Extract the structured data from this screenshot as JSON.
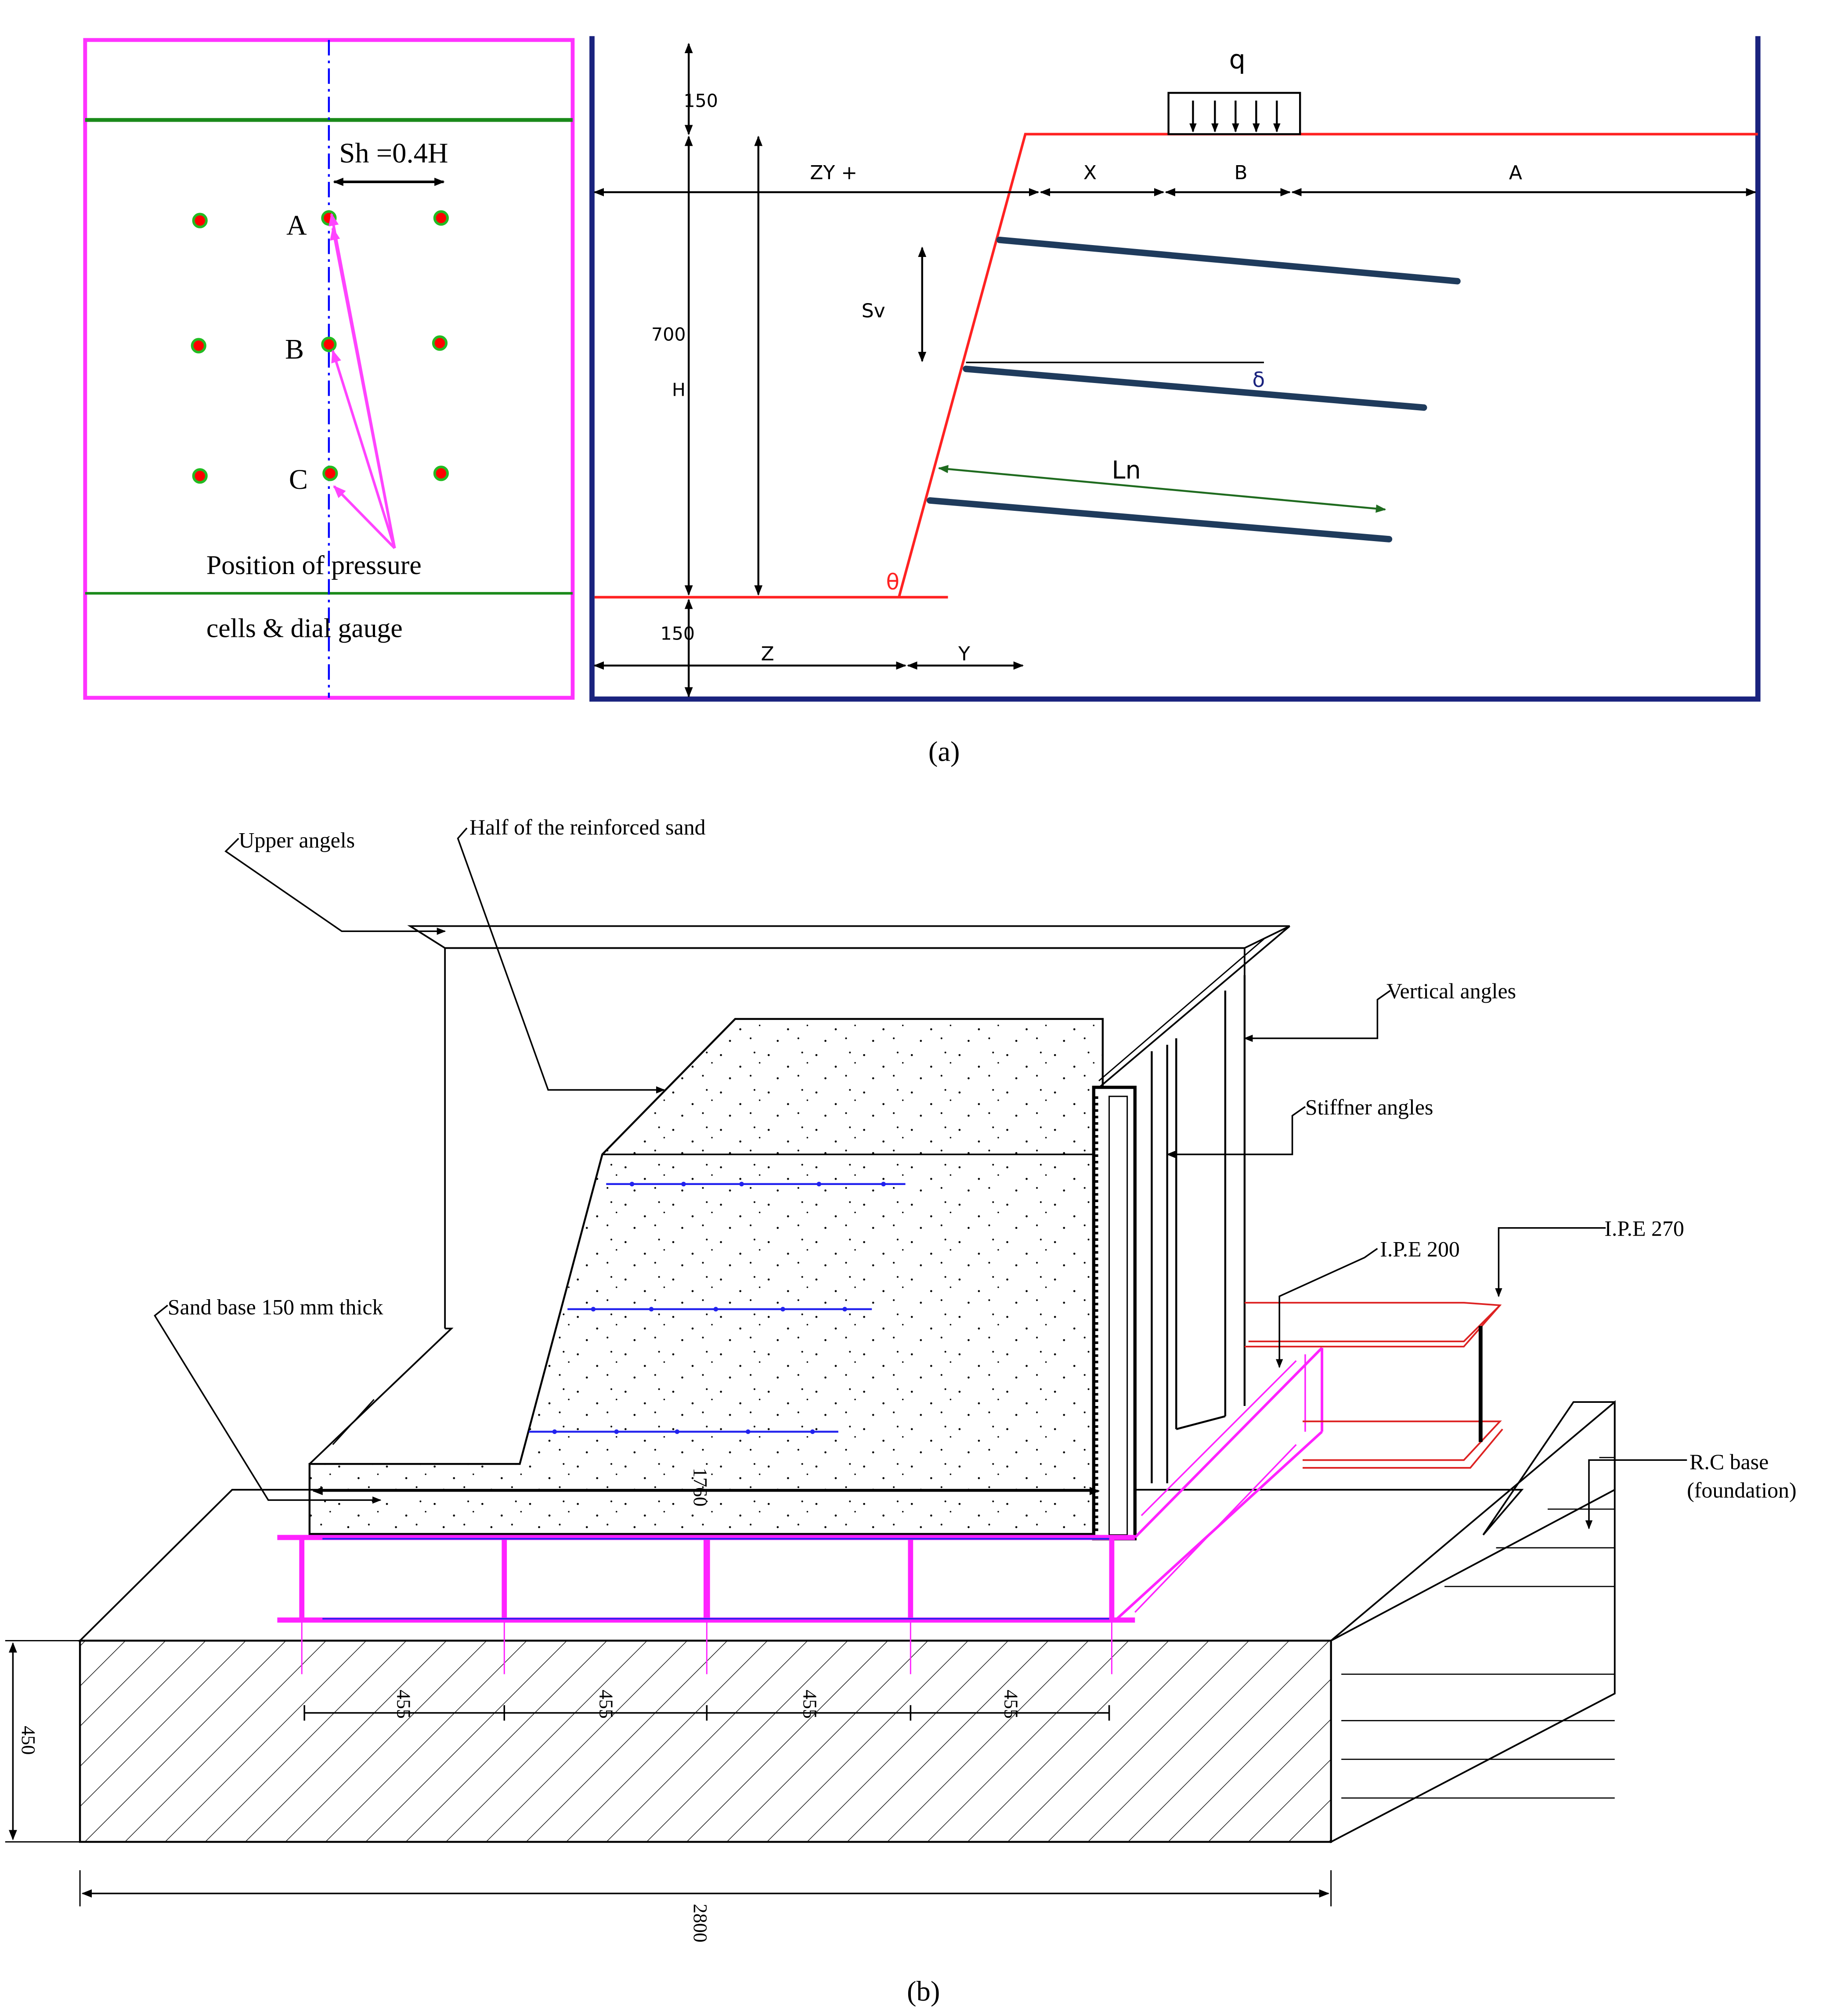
{
  "panel_a": {
    "caption": "(a)",
    "plan": {
      "spacing_label": "Sh =0.4H",
      "point_labels": [
        "A",
        "B",
        "C"
      ],
      "note_line1": "Position of  pressure",
      "note_line2": "cells  &  dial gauge",
      "colors": {
        "frame": "#ff33ff",
        "green_line": "#1a8a1a",
        "dot_fill": "#ff0000",
        "dot_ring": "#22bb22",
        "arrow": "#ff44ff",
        "axis": "#0000ff"
      }
    },
    "section": {
      "dim_top": "150",
      "dim_height": "700",
      "h_label": "H",
      "dim_zy": "ZY +",
      "dim_x": "X",
      "dim_b": "B",
      "dim_a": "A",
      "load_label": "q",
      "sv_label": "Sv",
      "delta_label": "δ",
      "ln_label": "Ln",
      "theta_label": "θ",
      "dim_bottom": "150",
      "dim_z": "Z",
      "dim_y": "Y",
      "colors": {
        "frame": "#1a237e",
        "slope": "#ff2222",
        "reinforcement": "#1f3b5c",
        "ln_arrow": "#1f6b1f"
      }
    }
  },
  "panel_b": {
    "caption": "(b)",
    "labels": {
      "upper_angels": "Upper angels",
      "half_sand": "Half of the reinforced sand",
      "vertical_angles": "Vertical angles",
      "stiffner_angles": "Stiffner angles",
      "ipe200": "I.P.E 200",
      "ipe270": "I.P.E 270",
      "sand_base": "Sand base 150 mm thick",
      "rc_base_line1": "R.C base",
      "rc_base_line2": "(foundation)"
    },
    "dimensions": {
      "d1760": "1760",
      "spacing": [
        "455",
        "455",
        "455",
        "455"
      ],
      "height_450": "450",
      "length_2800": "2800"
    },
    "colors": {
      "reinforcement": "#2222ee",
      "magenta_frame": "#ff22ff",
      "ipe": "#dd2222"
    }
  }
}
